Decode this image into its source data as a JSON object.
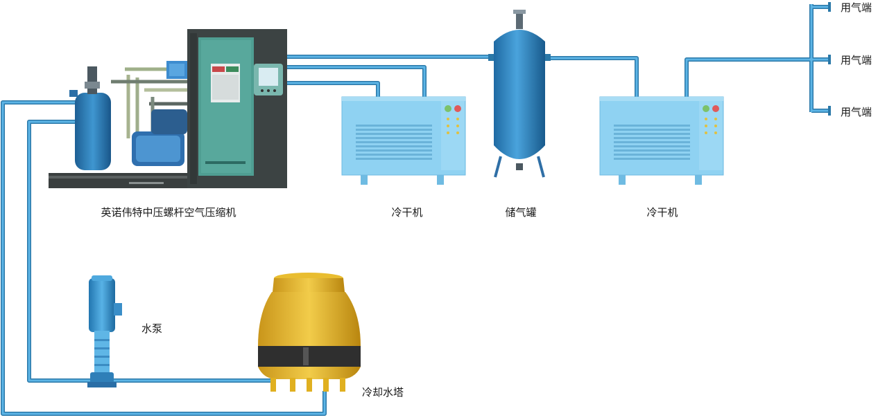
{
  "labels": {
    "compressor": "英诺伟特中压螺杆空气压缩机",
    "dryer_1": "冷干机",
    "tank": "储气罐",
    "dryer_2": "冷干机",
    "pump": "水泵",
    "tower": "冷却水塔",
    "outlet_1": "用气端",
    "outlet_2": "用气端",
    "outlet_3": "用气端"
  },
  "colors": {
    "pipe": "#4ea9dc",
    "pipe_outline": "#2a78a8",
    "dryer_body": "#8fd2f2",
    "tank_body": "#3a8ec8",
    "compressor_cabinet": "#3e4444",
    "compressor_panel": "#4f9e92",
    "tower_body": "#e6b82a",
    "pump_body": "#3b98d4"
  }
}
